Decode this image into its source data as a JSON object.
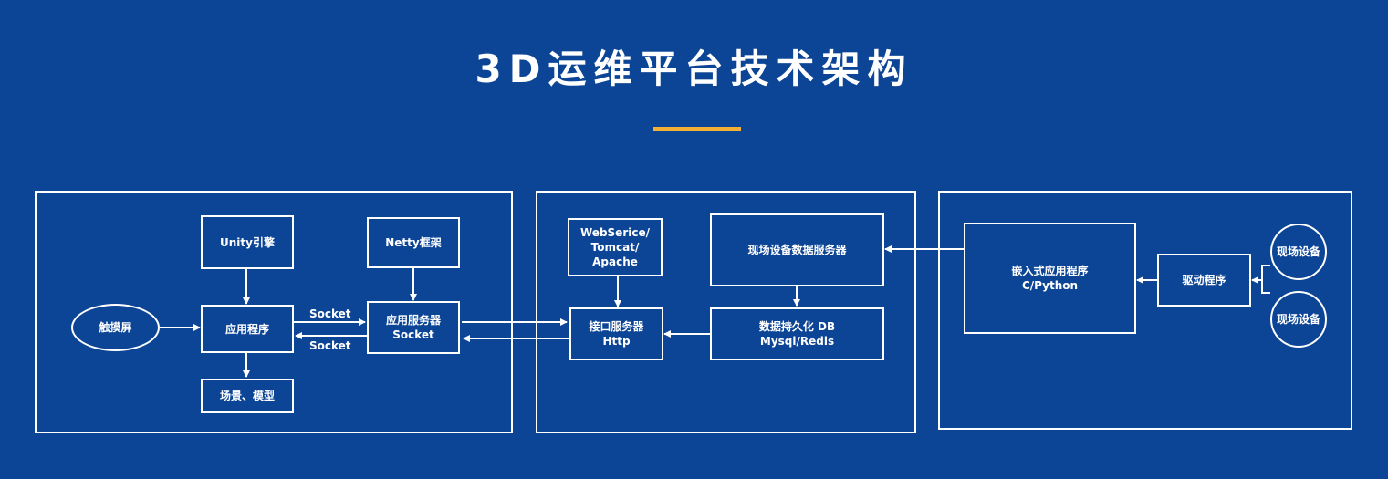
{
  "title": "3D运维平台技术架构",
  "colors": {
    "background": "#0d4596",
    "line": "#ffffff",
    "accent": "#f2b134"
  },
  "panel1": {
    "touchscreen": "触摸屏",
    "unity": "Unity引擎",
    "app": "应用程序",
    "scene": "场景、模型",
    "netty": "Netty框架",
    "app_server_line1": "应用服务器",
    "app_server_line2": "Socket",
    "socket_top": "Socket",
    "socket_bottom": "Socket"
  },
  "panel2": {
    "webservice_line1": "WebSerice/",
    "webservice_line2": "Tomcat/",
    "webservice_line3": "Apache",
    "field_data_server": "现场设备数据服务器",
    "interface_line1": "接口服务器",
    "interface_line2": "Http",
    "persistence_line1": "数据持久化 DB",
    "persistence_line2": "Mysqi/Redis"
  },
  "panel3": {
    "embedded_line1": "嵌入式应用程序",
    "embedded_line2": "C/Python",
    "driver": "驱动程序",
    "device1": "现场设备",
    "device2": "现场设备"
  }
}
